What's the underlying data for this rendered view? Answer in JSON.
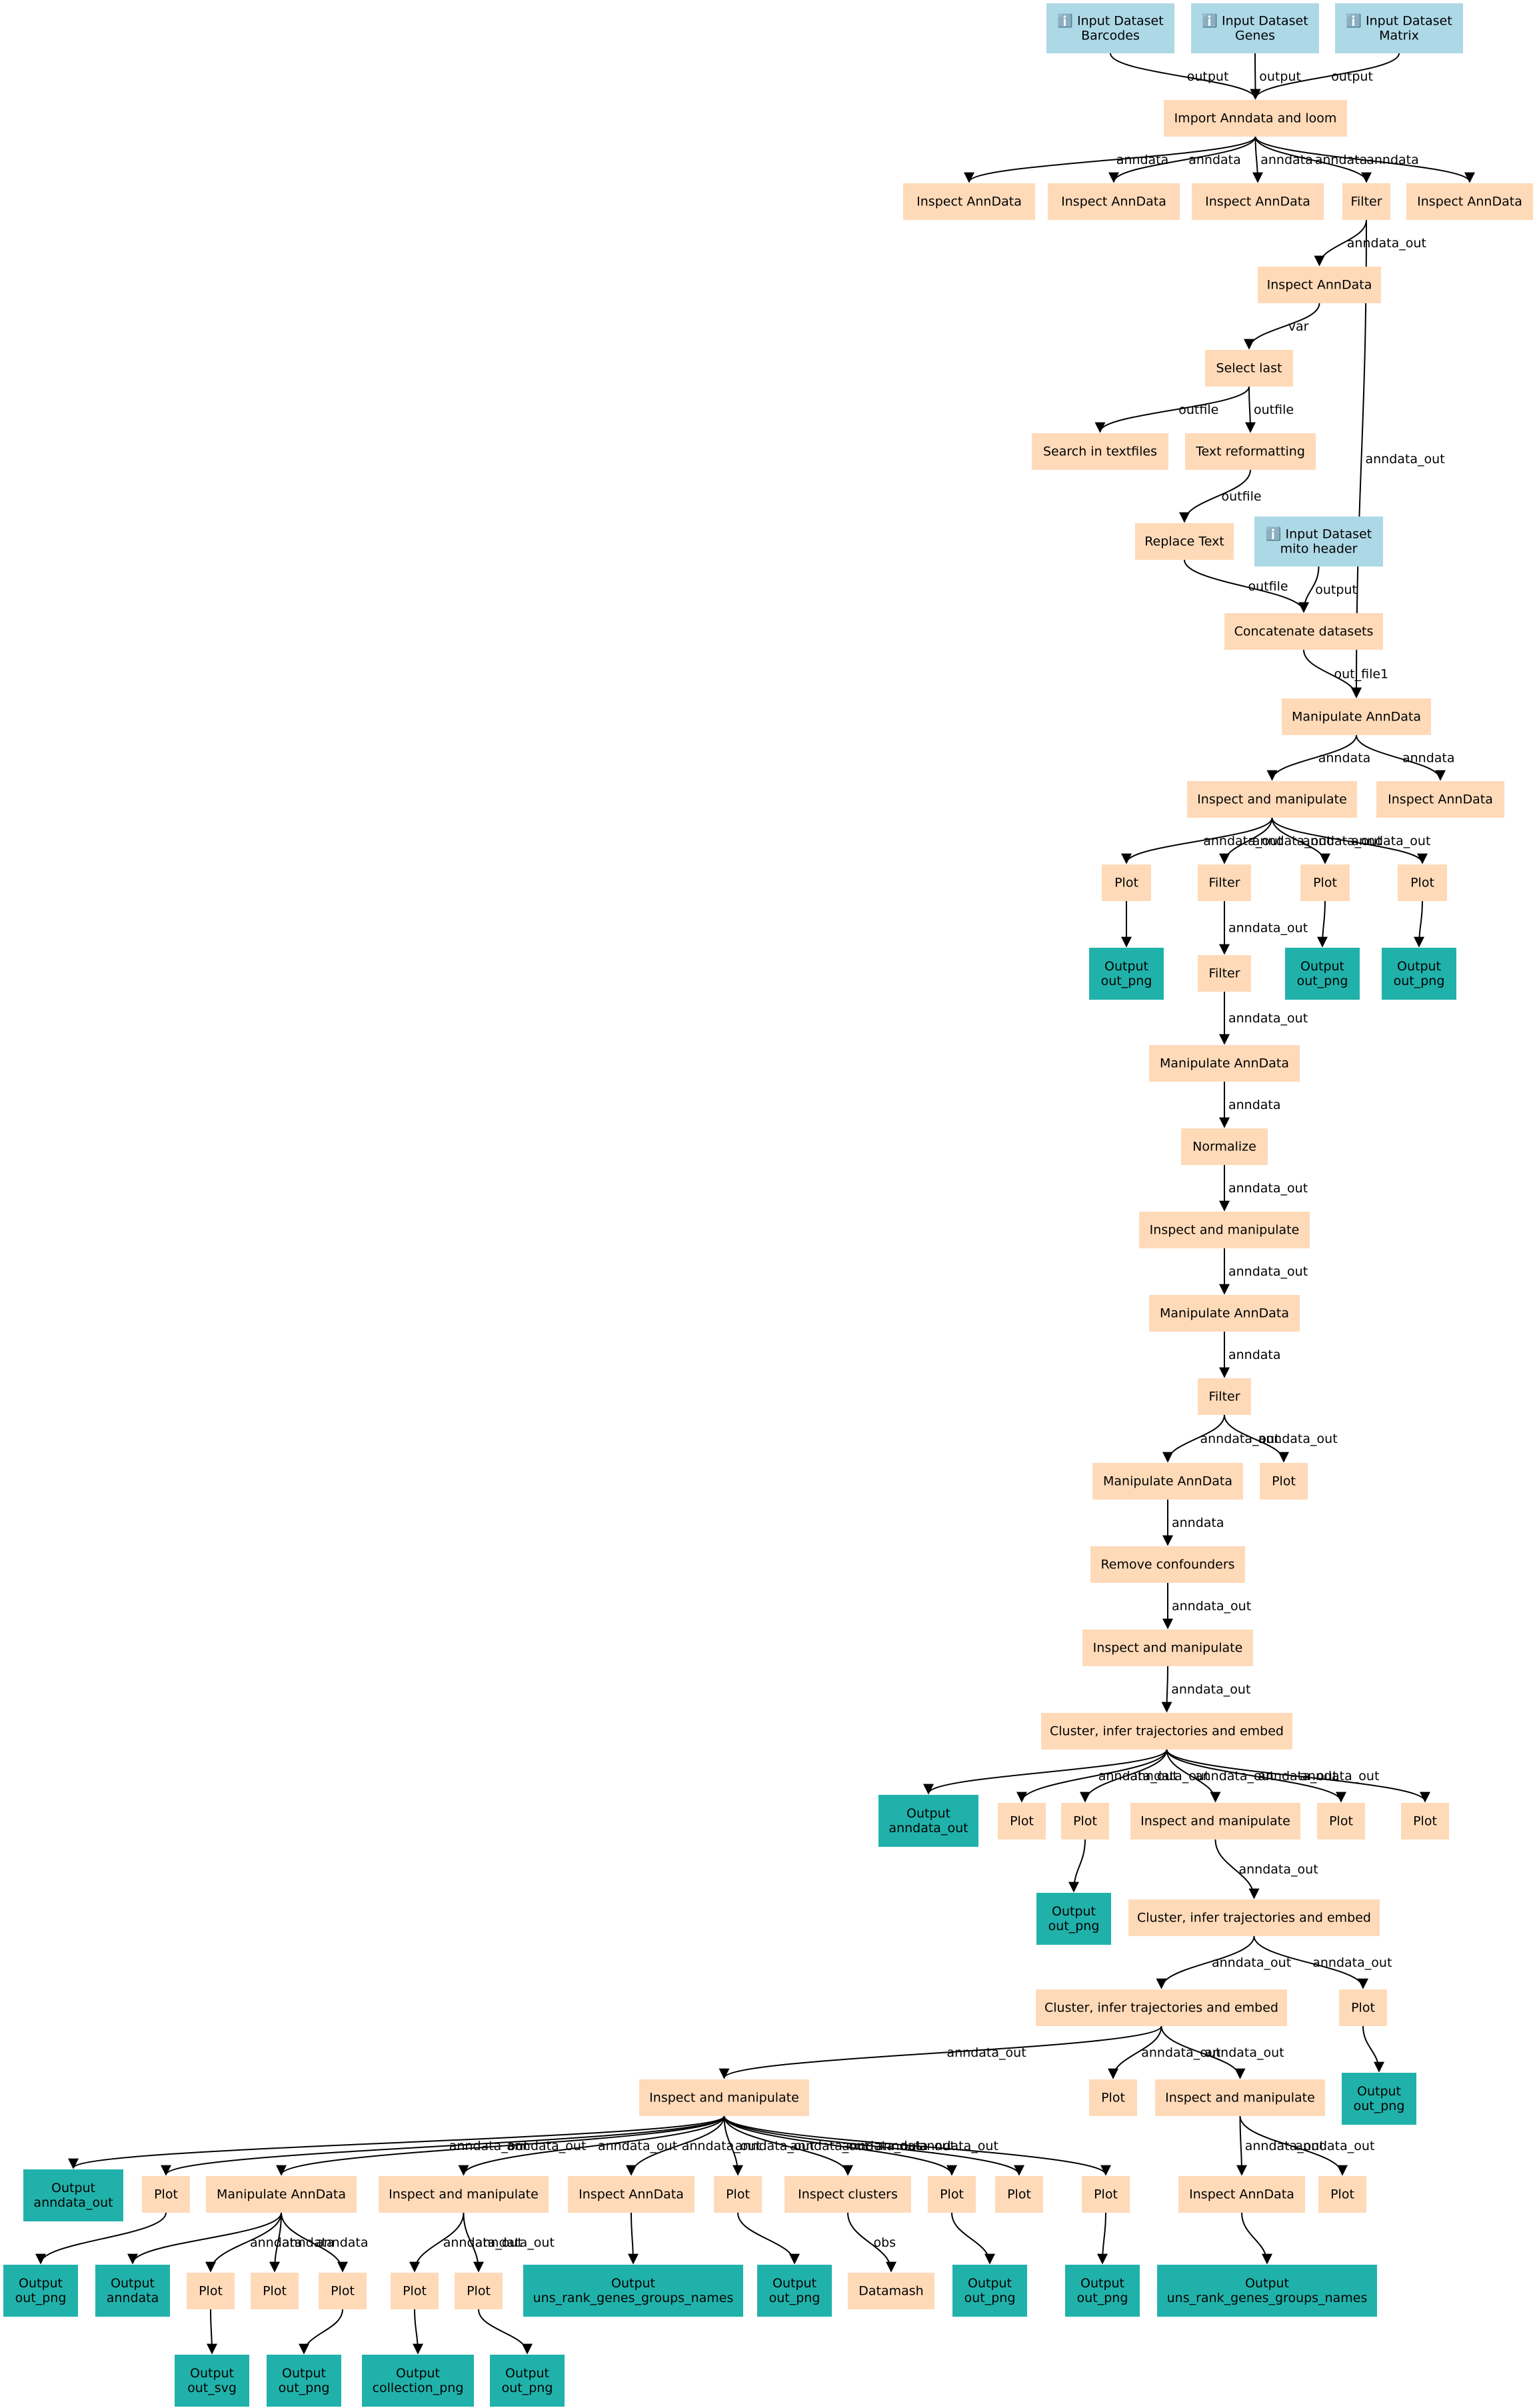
{
  "colors": {
    "input": "#add8e6",
    "tool": "#ffdab9",
    "output": "#20b2aa",
    "edge": "#000000"
  },
  "icons": {
    "input": "info-icon"
  },
  "nodes": {
    "in_barcodes": {
      "type": "input",
      "lines": [
        "ℹ️ Input Dataset",
        "Barcodes"
      ]
    },
    "in_genes": {
      "type": "input",
      "lines": [
        "ℹ️ Input Dataset",
        "Genes"
      ]
    },
    "in_matrix": {
      "type": "input",
      "lines": [
        "ℹ️ Input Dataset",
        "Matrix"
      ]
    },
    "import": {
      "type": "tool",
      "lines": [
        "Import Anndata and loom"
      ]
    },
    "insp1": {
      "type": "tool",
      "lines": [
        "Inspect AnnData"
      ]
    },
    "insp2": {
      "type": "tool",
      "lines": [
        "Inspect AnnData"
      ]
    },
    "insp3": {
      "type": "tool",
      "lines": [
        "Inspect AnnData"
      ]
    },
    "filter1": {
      "type": "tool",
      "lines": [
        "Filter"
      ]
    },
    "insp4": {
      "type": "tool",
      "lines": [
        "Inspect AnnData"
      ]
    },
    "insp5": {
      "type": "tool",
      "lines": [
        "Inspect AnnData"
      ]
    },
    "selectlast": {
      "type": "tool",
      "lines": [
        "Select last"
      ]
    },
    "search": {
      "type": "tool",
      "lines": [
        "Search in textfiles"
      ]
    },
    "textreform": {
      "type": "tool",
      "lines": [
        "Text reformatting"
      ]
    },
    "replace": {
      "type": "tool",
      "lines": [
        "Replace Text"
      ]
    },
    "in_mito": {
      "type": "input",
      "lines": [
        "ℹ️ Input Dataset",
        "mito header"
      ]
    },
    "concat": {
      "type": "tool",
      "lines": [
        "Concatenate datasets"
      ]
    },
    "manip1": {
      "type": "tool",
      "lines": [
        "Manipulate AnnData"
      ]
    },
    "im1": {
      "type": "tool",
      "lines": [
        "Inspect and manipulate"
      ]
    },
    "insp6": {
      "type": "tool",
      "lines": [
        "Inspect AnnData"
      ]
    },
    "plot1": {
      "type": "tool",
      "lines": [
        "Plot"
      ]
    },
    "filter2": {
      "type": "tool",
      "lines": [
        "Filter"
      ]
    },
    "plot2": {
      "type": "tool",
      "lines": [
        "Plot"
      ]
    },
    "plot3": {
      "type": "tool",
      "lines": [
        "Plot"
      ]
    },
    "out1": {
      "type": "output",
      "lines": [
        "Output",
        "out_png"
      ]
    },
    "out2": {
      "type": "output",
      "lines": [
        "Output",
        "out_png"
      ]
    },
    "out3": {
      "type": "output",
      "lines": [
        "Output",
        "out_png"
      ]
    },
    "filter3": {
      "type": "tool",
      "lines": [
        "Filter"
      ]
    },
    "manip2": {
      "type": "tool",
      "lines": [
        "Manipulate AnnData"
      ]
    },
    "normalize": {
      "type": "tool",
      "lines": [
        "Normalize"
      ]
    },
    "im2": {
      "type": "tool",
      "lines": [
        "Inspect and manipulate"
      ]
    },
    "manip3": {
      "type": "tool",
      "lines": [
        "Manipulate AnnData"
      ]
    },
    "filter4": {
      "type": "tool",
      "lines": [
        "Filter"
      ]
    },
    "manip4": {
      "type": "tool",
      "lines": [
        "Manipulate AnnData"
      ]
    },
    "plot4": {
      "type": "tool",
      "lines": [
        "Plot"
      ]
    },
    "confound": {
      "type": "tool",
      "lines": [
        "Remove confounders"
      ]
    },
    "im3": {
      "type": "tool",
      "lines": [
        "Inspect and manipulate"
      ]
    },
    "cluster1": {
      "type": "tool",
      "lines": [
        "Cluster, infer trajectories and embed"
      ]
    },
    "out4": {
      "type": "output",
      "lines": [
        "Output",
        "anndata_out"
      ]
    },
    "plot5": {
      "type": "tool",
      "lines": [
        "Plot"
      ]
    },
    "plot6": {
      "type": "tool",
      "lines": [
        "Plot"
      ]
    },
    "im4": {
      "type": "tool",
      "lines": [
        "Inspect and manipulate"
      ]
    },
    "plot7": {
      "type": "tool",
      "lines": [
        "Plot"
      ]
    },
    "plot8": {
      "type": "tool",
      "lines": [
        "Plot"
      ]
    },
    "out5": {
      "type": "output",
      "lines": [
        "Output",
        "out_png"
      ]
    },
    "cluster2": {
      "type": "tool",
      "lines": [
        "Cluster, infer trajectories and embed"
      ]
    },
    "cluster3": {
      "type": "tool",
      "lines": [
        "Cluster, infer trajectories and embed"
      ]
    },
    "plot9": {
      "type": "tool",
      "lines": [
        "Plot"
      ]
    },
    "im5": {
      "type": "tool",
      "lines": [
        "Inspect and manipulate"
      ]
    },
    "plot10": {
      "type": "tool",
      "lines": [
        "Plot"
      ]
    },
    "im6": {
      "type": "tool",
      "lines": [
        "Inspect and manipulate"
      ]
    },
    "out6": {
      "type": "output",
      "lines": [
        "Output",
        "out_png"
      ]
    },
    "out7": {
      "type": "output",
      "lines": [
        "Output",
        "anndata_out"
      ]
    },
    "plot11": {
      "type": "tool",
      "lines": [
        "Plot"
      ]
    },
    "manip5": {
      "type": "tool",
      "lines": [
        "Manipulate AnnData"
      ]
    },
    "im7": {
      "type": "tool",
      "lines": [
        "Inspect and manipulate"
      ]
    },
    "insp7": {
      "type": "tool",
      "lines": [
        "Inspect AnnData"
      ]
    },
    "plot12": {
      "type": "tool",
      "lines": [
        "Plot"
      ]
    },
    "inspclust": {
      "type": "tool",
      "lines": [
        "Inspect clusters"
      ]
    },
    "plot13": {
      "type": "tool",
      "lines": [
        "Plot"
      ]
    },
    "plot14": {
      "type": "tool",
      "lines": [
        "Plot"
      ]
    },
    "plot15": {
      "type": "tool",
      "lines": [
        "Plot"
      ]
    },
    "insp8": {
      "type": "tool",
      "lines": [
        "Inspect AnnData"
      ]
    },
    "plot16": {
      "type": "tool",
      "lines": [
        "Plot"
      ]
    },
    "out8": {
      "type": "output",
      "lines": [
        "Output",
        "out_png"
      ]
    },
    "out9": {
      "type": "output",
      "lines": [
        "Output",
        "anndata"
      ]
    },
    "plot17": {
      "type": "tool",
      "lines": [
        "Plot"
      ]
    },
    "plot18": {
      "type": "tool",
      "lines": [
        "Plot"
      ]
    },
    "plot19": {
      "type": "tool",
      "lines": [
        "Plot"
      ]
    },
    "plot20": {
      "type": "tool",
      "lines": [
        "Plot"
      ]
    },
    "plot21": {
      "type": "tool",
      "lines": [
        "Plot"
      ]
    },
    "out10": {
      "type": "output",
      "lines": [
        "Output",
        "uns_rank_genes_groups_names"
      ]
    },
    "out11": {
      "type": "output",
      "lines": [
        "Output",
        "out_png"
      ]
    },
    "datamash": {
      "type": "tool",
      "lines": [
        "Datamash"
      ]
    },
    "out12": {
      "type": "output",
      "lines": [
        "Output",
        "out_png"
      ]
    },
    "out13": {
      "type": "output",
      "lines": [
        "Output",
        "out_png"
      ]
    },
    "out14": {
      "type": "output",
      "lines": [
        "Output",
        "uns_rank_genes_groups_names"
      ]
    },
    "out15": {
      "type": "output",
      "lines": [
        "Output",
        "out_svg"
      ]
    },
    "out16": {
      "type": "output",
      "lines": [
        "Output",
        "out_png"
      ]
    },
    "out17": {
      "type": "output",
      "lines": [
        "Output",
        "collection_png"
      ]
    },
    "out18": {
      "type": "output",
      "lines": [
        "Output",
        "out_png"
      ]
    }
  },
  "edges": [
    {
      "from": "in_barcodes",
      "to": "import",
      "label": "output"
    },
    {
      "from": "in_genes",
      "to": "import",
      "label": "output"
    },
    {
      "from": "in_matrix",
      "to": "import",
      "label": "output"
    },
    {
      "from": "import",
      "to": "insp1",
      "label": "anndata"
    },
    {
      "from": "import",
      "to": "insp2",
      "label": "anndata"
    },
    {
      "from": "import",
      "to": "insp3",
      "label": "anndata"
    },
    {
      "from": "import",
      "to": "filter1",
      "label": "anndata"
    },
    {
      "from": "import",
      "to": "insp4",
      "label": "anndata"
    },
    {
      "from": "filter1",
      "to": "insp5",
      "label": "anndata_out"
    },
    {
      "from": "filter1",
      "to": "manip1",
      "label": "anndata_out"
    },
    {
      "from": "insp5",
      "to": "selectlast",
      "label": "var"
    },
    {
      "from": "selectlast",
      "to": "search",
      "label": "outfile"
    },
    {
      "from": "selectlast",
      "to": "textreform",
      "label": "outfile"
    },
    {
      "from": "textreform",
      "to": "replace",
      "label": "outfile"
    },
    {
      "from": "replace",
      "to": "concat",
      "label": "outfile"
    },
    {
      "from": "in_mito",
      "to": "concat",
      "label": "output"
    },
    {
      "from": "concat",
      "to": "manip1",
      "label": "out_file1"
    },
    {
      "from": "manip1",
      "to": "im1",
      "label": "anndata"
    },
    {
      "from": "manip1",
      "to": "insp6",
      "label": "anndata"
    },
    {
      "from": "im1",
      "to": "plot1",
      "label": "anndata_out"
    },
    {
      "from": "im1",
      "to": "filter2",
      "label": "anndata_out"
    },
    {
      "from": "im1",
      "to": "plot2",
      "label": "anndata_out"
    },
    {
      "from": "im1",
      "to": "plot3",
      "label": "anndata_out"
    },
    {
      "from": "plot1",
      "to": "out1",
      "label": ""
    },
    {
      "from": "plot2",
      "to": "out2",
      "label": ""
    },
    {
      "from": "plot3",
      "to": "out3",
      "label": ""
    },
    {
      "from": "filter2",
      "to": "filter3",
      "label": "anndata_out"
    },
    {
      "from": "filter3",
      "to": "manip2",
      "label": "anndata_out"
    },
    {
      "from": "manip2",
      "to": "normalize",
      "label": "anndata"
    },
    {
      "from": "normalize",
      "to": "im2",
      "label": "anndata_out"
    },
    {
      "from": "im2",
      "to": "manip3",
      "label": "anndata_out"
    },
    {
      "from": "manip3",
      "to": "filter4",
      "label": "anndata"
    },
    {
      "from": "filter4",
      "to": "manip4",
      "label": "anndata_out"
    },
    {
      "from": "filter4",
      "to": "plot4",
      "label": "anndata_out"
    },
    {
      "from": "manip4",
      "to": "confound",
      "label": "anndata"
    },
    {
      "from": "confound",
      "to": "im3",
      "label": "anndata_out"
    },
    {
      "from": "im3",
      "to": "cluster1",
      "label": "anndata_out"
    },
    {
      "from": "cluster1",
      "to": "out4",
      "label": ""
    },
    {
      "from": "cluster1",
      "to": "plot5",
      "label": "anndata_out"
    },
    {
      "from": "cluster1",
      "to": "plot6",
      "label": "anndata_out"
    },
    {
      "from": "cluster1",
      "to": "im4",
      "label": "anndata_out"
    },
    {
      "from": "cluster1",
      "to": "plot7",
      "label": "anndata_out"
    },
    {
      "from": "cluster1",
      "to": "plot8",
      "label": "anndata_out"
    },
    {
      "from": "plot6",
      "to": "out5",
      "label": ""
    },
    {
      "from": "im4",
      "to": "cluster2",
      "label": "anndata_out"
    },
    {
      "from": "cluster2",
      "to": "cluster3",
      "label": "anndata_out"
    },
    {
      "from": "cluster2",
      "to": "plot9",
      "label": "anndata_out"
    },
    {
      "from": "plot9",
      "to": "out6",
      "label": ""
    },
    {
      "from": "cluster3",
      "to": "im5",
      "label": "anndata_out"
    },
    {
      "from": "cluster3",
      "to": "plot10",
      "label": "anndata_out"
    },
    {
      "from": "cluster3",
      "to": "im6",
      "label": "anndata_out"
    },
    {
      "from": "im5",
      "to": "out7",
      "label": ""
    },
    {
      "from": "im5",
      "to": "plot11",
      "label": "anndata_out"
    },
    {
      "from": "im5",
      "to": "manip5",
      "label": "anndata_out"
    },
    {
      "from": "im5",
      "to": "im7",
      "label": "anndata_out"
    },
    {
      "from": "im5",
      "to": "insp7",
      "label": "anndata_out"
    },
    {
      "from": "im5",
      "to": "plot12",
      "label": "anndata_out"
    },
    {
      "from": "im5",
      "to": "inspclust",
      "label": "anndata_out"
    },
    {
      "from": "im5",
      "to": "plot13",
      "label": "anndata_out"
    },
    {
      "from": "im5",
      "to": "plot14",
      "label": "anndata_out"
    },
    {
      "from": "im5",
      "to": "plot15",
      "label": "anndata_out"
    },
    {
      "from": "im6",
      "to": "insp8",
      "label": "anndata_out"
    },
    {
      "from": "im6",
      "to": "plot16",
      "label": "anndata_out"
    },
    {
      "from": "plot11",
      "to": "out8",
      "label": ""
    },
    {
      "from": "manip5",
      "to": "out9",
      "label": ""
    },
    {
      "from": "manip5",
      "to": "plot17",
      "label": "anndata"
    },
    {
      "from": "manip5",
      "to": "plot18",
      "label": "anndata"
    },
    {
      "from": "manip5",
      "to": "plot19",
      "label": "anndata"
    },
    {
      "from": "im7",
      "to": "plot20",
      "label": "anndata_out"
    },
    {
      "from": "im7",
      "to": "plot21",
      "label": "anndata_out"
    },
    {
      "from": "insp7",
      "to": "out10",
      "label": ""
    },
    {
      "from": "plot12",
      "to": "out11",
      "label": ""
    },
    {
      "from": "inspclust",
      "to": "datamash",
      "label": "obs"
    },
    {
      "from": "plot13",
      "to": "out12",
      "label": ""
    },
    {
      "from": "plot15",
      "to": "out13",
      "label": ""
    },
    {
      "from": "insp8",
      "to": "out14",
      "label": ""
    },
    {
      "from": "plot17",
      "to": "out15",
      "label": ""
    },
    {
      "from": "plot19",
      "to": "out16",
      "label": ""
    },
    {
      "from": "plot20",
      "to": "out17",
      "label": ""
    },
    {
      "from": "plot21",
      "to": "out18",
      "label": ""
    }
  ]
}
